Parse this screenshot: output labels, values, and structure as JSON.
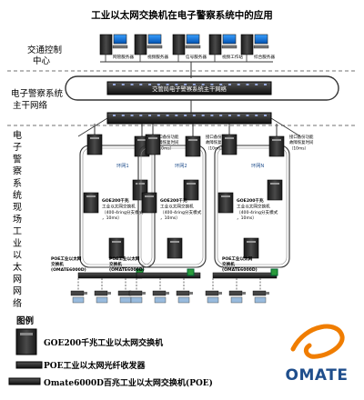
{
  "title": "工业以太网交换机在电子警察系统中的应用",
  "sections": {
    "control": [
      "交通控制",
      "中心"
    ],
    "backbone": [
      "电子警察系统",
      "主干网络"
    ],
    "field": "电子警察系统现场工业以太网网络"
  },
  "servers": [
    "网管服务器",
    "视频服务器",
    "信号服务器",
    "视频工作站",
    "综合服务器"
  ],
  "ring_label": "交管局电子警察系统主干网络",
  "rings": [
    "环网1",
    "环网2",
    "环网N"
  ],
  "recovery_notes": [
    [
      "接口备份功能",
      "故障恢复时间",
      "（10ms）"
    ],
    [
      "接口备份功能",
      "故障恢复时间",
      "（10ms）"
    ],
    [
      "接口备份功能",
      "故障恢复时间",
      "（10ms）"
    ]
  ],
  "goe_notes": [
    [
      "GOE200千兆",
      "工业以太网交换机",
      "（400-4ring分支模式",
      "，10ms）"
    ],
    [
      "GOE200千兆",
      "工业以太网交换机",
      "（400-4ring分支模式",
      "，10ms）"
    ],
    [
      "GOE200千兆",
      "工业以太网交换机",
      "（400-4ring分支模式",
      "，10ms）"
    ]
  ],
  "poe_labels": [
    [
      "POE工业以太网",
      "交换机",
      "(OMATE6000D)"
    ],
    [
      "POE工业以太网",
      "交换机",
      "(OMATE6000D)"
    ],
    [
      "POE工业以太网",
      "交换机",
      "(OMATE6000D)"
    ]
  ],
  "legend": {
    "title": "图例",
    "items": [
      "GOE200千兆工业以太网交换机",
      "POE工业以太网光纤收发器",
      "Omate6000D百兆工业以太网交换机(POE)"
    ]
  },
  "brand": "OMATE",
  "colors": {
    "brand_blue": "#1f4e8c",
    "brand_orange": "#f07d00",
    "switch_dark": "#222222",
    "fiber": "#333333"
  }
}
